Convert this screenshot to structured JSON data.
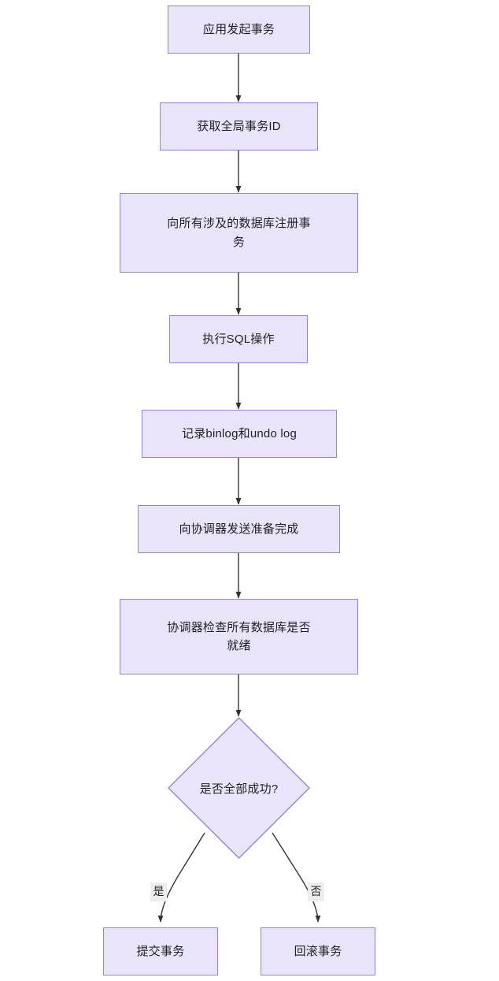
{
  "diagram": {
    "type": "flowchart",
    "direction": "top-to-bottom",
    "theme": {
      "node_fill": "#e9e4fa",
      "node_border": "#9a82d3",
      "edge_color": "#333333",
      "text_color": "#1f2023",
      "edge_label_bg": "#ededed",
      "background": "#ffffff"
    },
    "nodes": [
      {
        "id": "n1",
        "shape": "rect",
        "label": "应用发起事务"
      },
      {
        "id": "n2",
        "shape": "rect",
        "label": "获取全局事务ID"
      },
      {
        "id": "n3",
        "shape": "rect",
        "label": "向所有涉及的数据库注册事\n务"
      },
      {
        "id": "n4",
        "shape": "rect",
        "label": "执行SQL操作"
      },
      {
        "id": "n5",
        "shape": "rect",
        "label": "记录binlog和undo log"
      },
      {
        "id": "n6",
        "shape": "rect",
        "label": "向协调器发送准备完成"
      },
      {
        "id": "n7",
        "shape": "rect",
        "label": "协调器检查所有数据库是否\n就绪"
      },
      {
        "id": "n8",
        "shape": "diamond",
        "label": "是否全部成功?"
      },
      {
        "id": "n9",
        "shape": "rect",
        "label": "提交事务"
      },
      {
        "id": "n10",
        "shape": "rect",
        "label": "回滚事务"
      }
    ],
    "edges": [
      {
        "from": "n1",
        "to": "n2",
        "label": ""
      },
      {
        "from": "n2",
        "to": "n3",
        "label": ""
      },
      {
        "from": "n3",
        "to": "n4",
        "label": ""
      },
      {
        "from": "n4",
        "to": "n5",
        "label": ""
      },
      {
        "from": "n5",
        "to": "n6",
        "label": ""
      },
      {
        "from": "n6",
        "to": "n7",
        "label": ""
      },
      {
        "from": "n7",
        "to": "n8",
        "label": ""
      },
      {
        "from": "n8",
        "to": "n9",
        "label": "是"
      },
      {
        "from": "n8",
        "to": "n10",
        "label": "否"
      }
    ],
    "edge_labels": {
      "yes": "是",
      "no": "否"
    }
  }
}
